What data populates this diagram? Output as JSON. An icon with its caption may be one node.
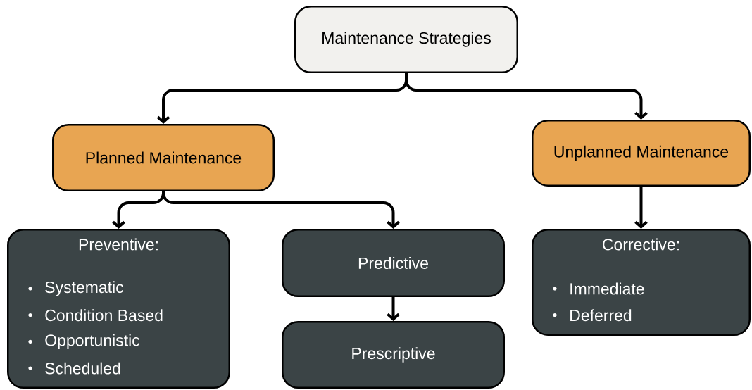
{
  "diagram": {
    "nodes": [
      {
        "text": [
          "Maintenance Strategies"
        ]
      },
      {
        "text": [
          "Planned Maintenance"
        ]
      },
      {
        "text": [
          "Unplanned Maintenance"
        ]
      },
      {
        "text": [
          "Preventive:",
          "Systematic",
          "Condition Based",
          "Opportunistic",
          "Scheduled"
        ]
      },
      {
        "text": [
          "Predictive"
        ]
      },
      {
        "text": [
          "Prescriptive"
        ]
      },
      {
        "text": [
          "Corrective:",
          "Immediate",
          "Deferred"
        ]
      }
    ],
    "edges": [
      {
        "from": 0,
        "to": 1,
        "arrow": "to"
      },
      {
        "from": 0,
        "to": 2,
        "arrow": "to"
      },
      {
        "from": 1,
        "to": 3,
        "arrow": "to"
      },
      {
        "from": 1,
        "to": 4,
        "arrow": "to"
      },
      {
        "from": 2,
        "to": 6,
        "arrow": "to"
      },
      {
        "from": 4,
        "to": 5,
        "arrow": "to"
      }
    ]
  }
}
